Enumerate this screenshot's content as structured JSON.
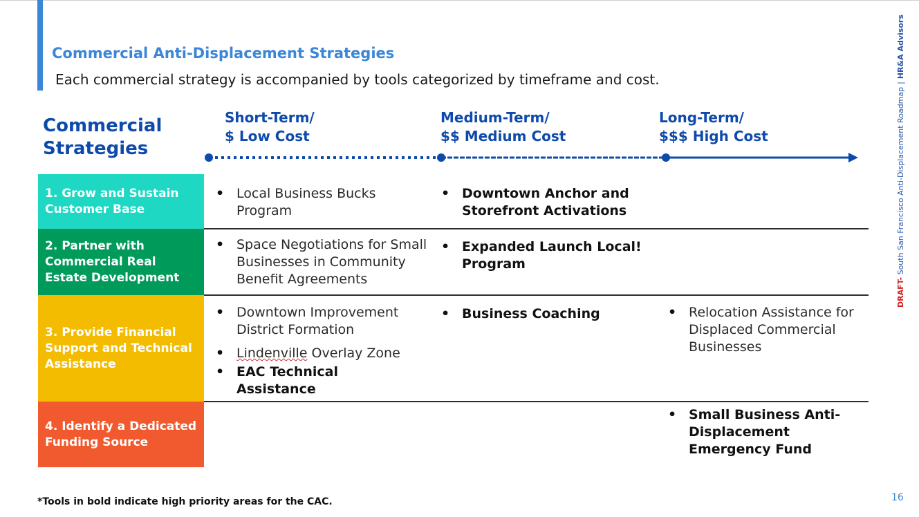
{
  "header": {
    "title": "Commercial Anti-Displacement Strategies",
    "subtitle": "Each commercial strategy is accompanied by tools categorized by timeframe and cost."
  },
  "strategies_heading": [
    "Commercial",
    "Strategies"
  ],
  "timeframes": [
    {
      "line1": "Short-Term/",
      "line2": "$ Low Cost"
    },
    {
      "line1": "Medium-Term/",
      "line2": "$$ Medium Cost"
    },
    {
      "line1": "Long-Term/",
      "line2": "$$$ High Cost"
    }
  ],
  "categories": [
    {
      "label": "1. Grow and Sustain Customer Base",
      "color": "#1ed8c3"
    },
    {
      "label": "2. Partner with Commercial Real Estate Development",
      "color": "#009a5a"
    },
    {
      "label": "3. Provide Financial Support and Technical Assistance",
      "color": "#f3bc00"
    },
    {
      "label": "4. Identify a Dedicated Funding Source",
      "color": "#f05a2e"
    }
  ],
  "tools": {
    "r1_short": "Local Business Bucks Program",
    "r1_medium": "Downtown Anchor and Storefront Activations",
    "r2_short": "Space Negotiations for Small Businesses in Community Benefit Agreements",
    "r2_medium": "Expanded Launch Local! Program",
    "r3_short_1": "Downtown Improvement District Formation",
    "r3_short_2_a": "Lindenville",
    "r3_short_2_b": " Overlay Zone",
    "r3_short_3": "EAC Technical Assistance",
    "r3_medium": "Business Coaching",
    "r3_long": "Relocation Assistance for Displaced Commercial Businesses",
    "r4_long": "Small Business Anti-Displacement Emergency Fund"
  },
  "bullet": "•",
  "footnote": "*Tools in bold indicate high priority areas for the CAC.",
  "page_number": "16",
  "sidebar": {
    "draft": "DRAFT-",
    "doc": " South San Francisco Anti-Displacement Roadmap",
    "sep": "|",
    "firm": "HR&A Advisors"
  },
  "colors": {
    "accent": "#3b86d8",
    "heading_blue": "#0d4aab",
    "timeline": "#0d4aab"
  }
}
